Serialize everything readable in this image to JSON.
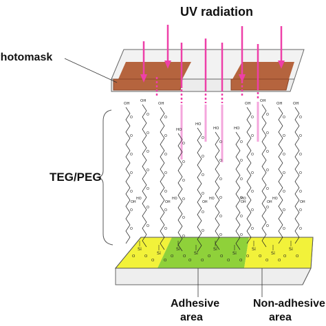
{
  "labels": {
    "uv_radiation": "UV radiation",
    "photomask": "Photomask",
    "teg_peg": "TEG/PEG",
    "adhesive_line1": "Adhesive",
    "adhesive_line2": "area",
    "nonadhesive_line1": "Non-adhesive",
    "nonadhesive_line2": "area"
  },
  "chem_labels": {
    "oh": "OH",
    "ho": "HO",
    "o": "O",
    "si": "Si"
  },
  "colors": {
    "uv_arrow": "#ee3fa8",
    "uv_beam": "#f4a6dc",
    "photomask_strip": "#b5643e",
    "photomask_strip_dark": "#8a4528",
    "glass": "#eeeeee",
    "glass_edge": "#666666",
    "adhesive_area": "#8fd13a",
    "nonadhesive_area": "#f2f23a",
    "chain_stroke": "#222222"
  }
}
